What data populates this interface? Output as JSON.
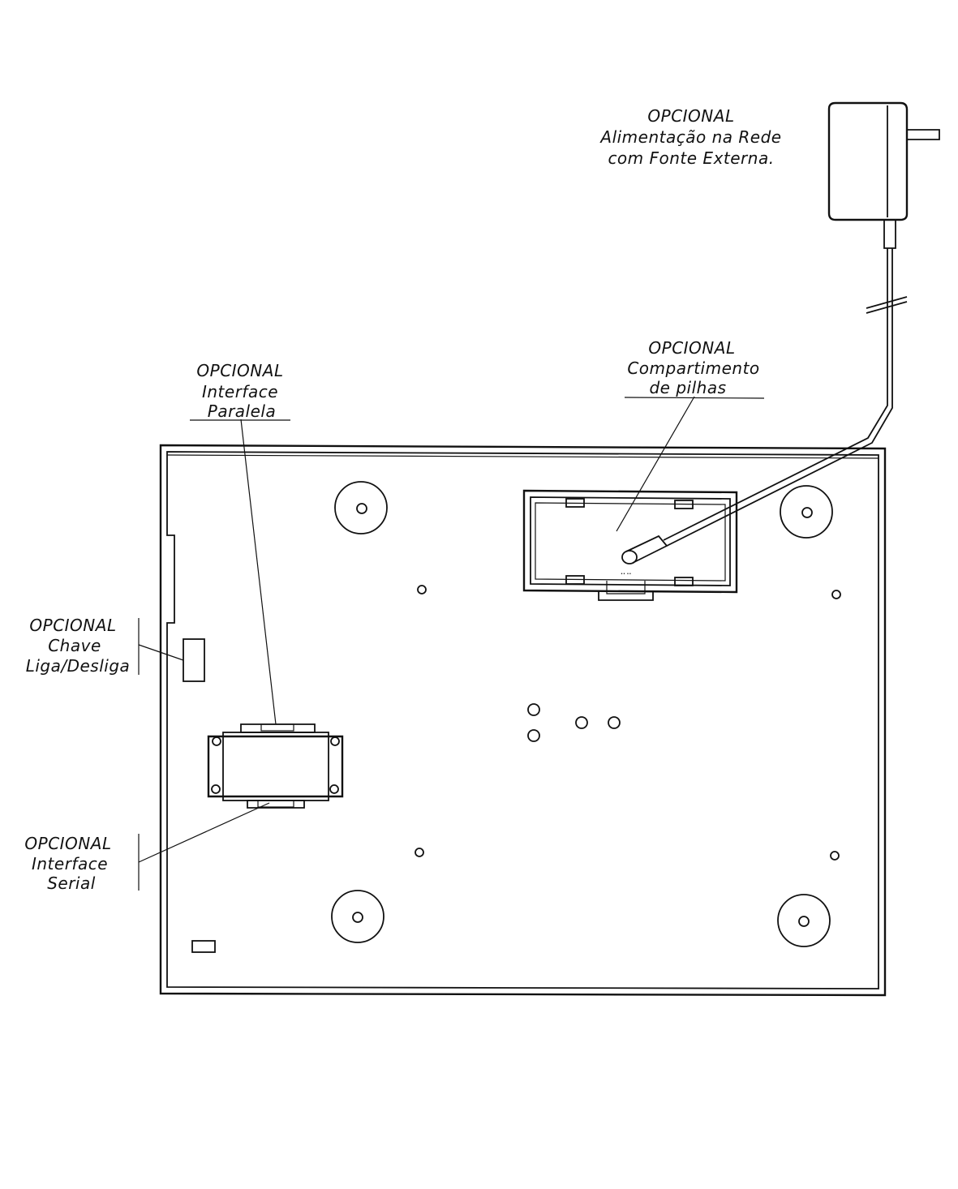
{
  "labels": {
    "fonte": {
      "line1": "OPCIONAL",
      "line2": "Alimentação na Rede",
      "line3": "com Fonte Externa."
    },
    "pilhas": {
      "line1": "OPCIONAL",
      "line2": "Compartimento",
      "line3": "de pilhas"
    },
    "paralela": {
      "line1": "OPCIONAL",
      "line2": "Interface",
      "line3": "Paralela"
    },
    "chave": {
      "line1": "OPCIONAL",
      "line2": "Chave",
      "line3": "Liga/Desliga"
    },
    "serial": {
      "line1": "OPCIONAL",
      "line2": "Interface",
      "line3": "Serial"
    }
  },
  "colors": {
    "ink": "#111111",
    "paper": "#ffffff"
  }
}
